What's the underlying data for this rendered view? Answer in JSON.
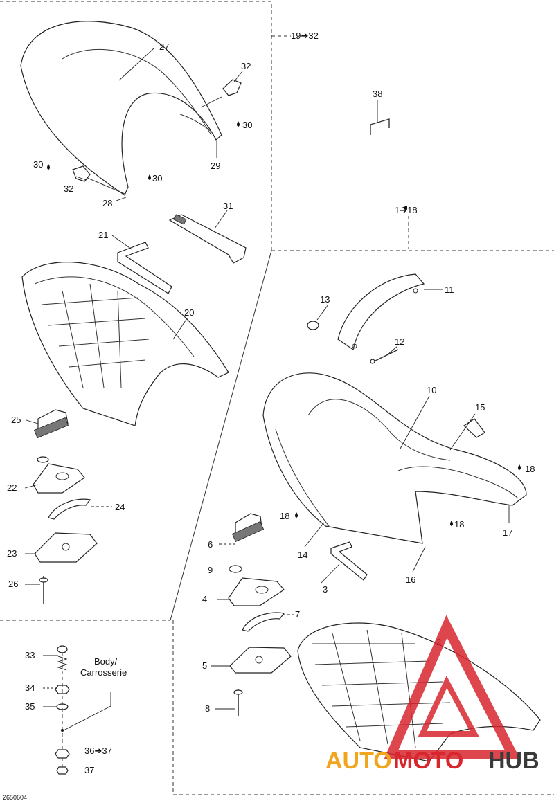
{
  "diagram_code": "2650604",
  "group_labels": {
    "upper": "19➔32",
    "lower": "1➔18",
    "fasteners": "36➔37"
  },
  "body_label_line1": "Body/",
  "body_label_line2": "Carrosserie",
  "watermark": {
    "part1": "AUTO",
    "part2": "MOTO",
    "part3": "HUB"
  },
  "colors": {
    "watermark_red": "#d7262e",
    "watermark_orange": "#f2a41c",
    "watermark_gray": "#3a3a3a"
  },
  "labels": {
    "n1": "2",
    "n3": "3",
    "n4": "4",
    "n5": "5",
    "n6": "6",
    "n7": "7",
    "n8": "8",
    "n9": "9",
    "n10": "10",
    "n11": "11",
    "n12": "12",
    "n13": "13",
    "n14": "14",
    "n15": "15",
    "n16": "16",
    "n17": "17",
    "n18a": "18",
    "n18b": "18",
    "n18c": "18",
    "n20": "20",
    "n21": "21",
    "n22": "22",
    "n23": "23",
    "n24": "24",
    "n25": "25",
    "n26": "26",
    "n27": "27",
    "n28": "28",
    "n29": "29",
    "n30a": "30",
    "n30b": "30",
    "n30c": "30",
    "n31": "31",
    "n32a": "32",
    "n32b": "32",
    "n33": "33",
    "n34": "34",
    "n35": "35",
    "n37": "37",
    "n38": "38"
  }
}
